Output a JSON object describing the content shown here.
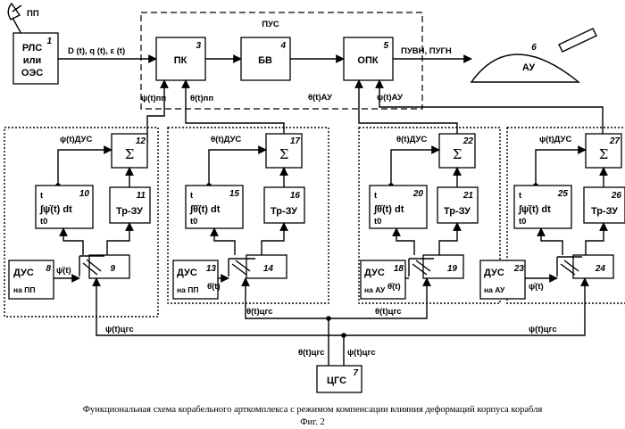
{
  "top": {
    "pp_antenna_label": "ПП",
    "rls_num": "1",
    "rls_line1": "РЛС",
    "rls_line2": "или",
    "rls_line3": "ОЭС",
    "rls_output_label": "D (t), q (t), ε (t)",
    "pus_label": "ПУС",
    "pk_num": "3",
    "pk_label": "ПК",
    "bv_num": "4",
    "bv_label": "БВ",
    "opk_num": "5",
    "opk_label": "ОПК",
    "opk_output_label": "ПУВН, ПУГН",
    "au_num": "6",
    "au_label": "АУ",
    "pk_in1": "ψ(t)пп",
    "pk_in2": "θ(t)пп",
    "opk_in1": "θ(t)АУ",
    "opk_in2": "ψ(t)АУ"
  },
  "modules": [
    {
      "sum_num": "12",
      "int_num": "10",
      "tr_num": "11",
      "sw_num": "9",
      "dus_num": "8",
      "fb_label": "ψ(t)ДУС",
      "int_t": "t",
      "int_expr": "∫ψ̇(t) dt",
      "int_t0": "t0",
      "tr_label": "Тр-ЗУ",
      "dus_label": "ДУС",
      "dus_sub": "на ПП",
      "rate_label": "ψ̇(t)",
      "sigma": "Σ"
    },
    {
      "sum_num": "17",
      "int_num": "15",
      "tr_num": "16",
      "sw_num": "14",
      "dus_num": "13",
      "fb_label": "θ(t)ДУС",
      "int_t": "t",
      "int_expr": "∫θ̇(t) dt",
      "int_t0": "t0",
      "tr_label": "Тр-ЗУ",
      "dus_label": "ДУС",
      "dus_sub": "на ПП",
      "rate_label": "θ̇(t)",
      "sigma": "Σ"
    },
    {
      "sum_num": "22",
      "int_num": "20",
      "tr_num": "21",
      "sw_num": "19",
      "dus_num": "18",
      "fb_label": "θ(t)ДУС",
      "int_t": "t",
      "int_expr": "∫θ̇(t) dt",
      "int_t0": "t0",
      "tr_label": "Тр-ЗУ",
      "dus_label": "ДУС",
      "dus_sub": "на АУ",
      "rate_label": "θ̇(t)",
      "sigma": "Σ"
    },
    {
      "sum_num": "27",
      "int_num": "25",
      "tr_num": "26",
      "sw_num": "24",
      "dus_num": "23",
      "fb_label": "ψ(t)ДУС",
      "int_t": "t",
      "int_expr": "∫ψ̇(t) dt",
      "int_t0": "t0",
      "tr_label": "Тр-ЗУ",
      "dus_label": "ДУС",
      "dus_sub": "на АУ",
      "rate_label": "ψ̇(t)",
      "sigma": "Σ"
    }
  ],
  "bus": {
    "theta_left": "θ(t)цгс",
    "theta_right": "θ(t)цгс",
    "psi_left": "ψ(t)цгс",
    "psi_right": "ψ(t)цгс",
    "tsgs_in_theta": "θ(t)цгс",
    "tsgs_in_psi": "ψ(t)цгс",
    "tsgs_label": "ЦГС",
    "tsgs_num": "7"
  },
  "caption": {
    "line1": "Функциональная схема корабельного арткомплекса с режимом компенсации влияния деформаций корпуса корабля",
    "line2": "Фиг. 2"
  }
}
